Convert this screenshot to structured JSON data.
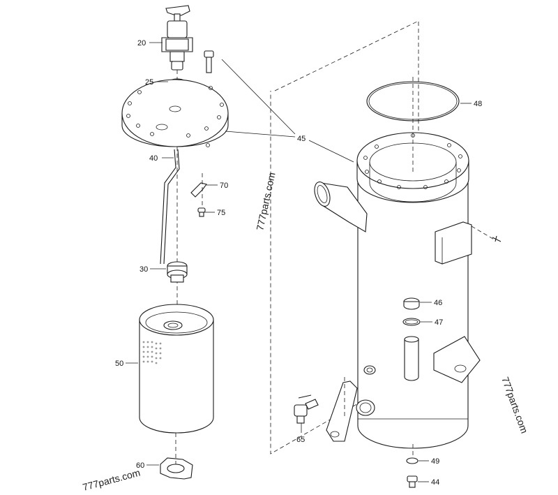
{
  "diagram": {
    "callouts": [
      {
        "id": "20",
        "text": "20"
      },
      {
        "id": "25",
        "text": "25"
      },
      {
        "id": "45",
        "text": "45"
      },
      {
        "id": "40",
        "text": "40"
      },
      {
        "id": "70",
        "text": "70"
      },
      {
        "id": "75",
        "text": "75"
      },
      {
        "id": "30",
        "text": "30"
      },
      {
        "id": "50",
        "text": "50"
      },
      {
        "id": "60",
        "text": "60"
      },
      {
        "id": "48",
        "text": "48"
      },
      {
        "id": "46",
        "text": "46"
      },
      {
        "id": "47",
        "text": "47"
      },
      {
        "id": "65",
        "text": "65"
      },
      {
        "id": "49",
        "text": "49"
      },
      {
        "id": "44",
        "text": "44"
      }
    ],
    "watermarks": [
      "777parts.com",
      "777parts.com",
      "777parts.com"
    ]
  }
}
